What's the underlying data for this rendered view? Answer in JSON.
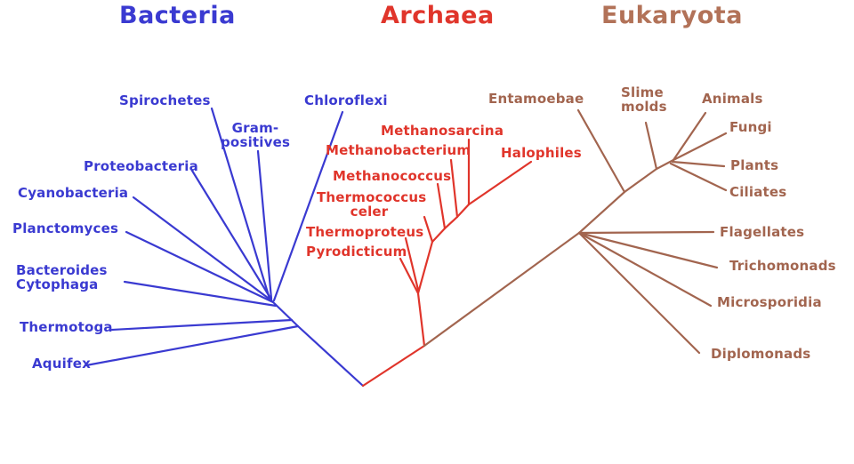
{
  "domains": {
    "bacteria": {
      "label": "Bacteria",
      "color": "#3a3ad1"
    },
    "archaea": {
      "label": "Archaea",
      "color": "#e0352b"
    },
    "eukaryota": {
      "label": "Eukaryota",
      "color": "#a2654f"
    }
  },
  "taxa": {
    "bacteria": {
      "spirochetes": "Spirochetes",
      "gram_positives": "Gram-\npositives",
      "chloroflexi": "Chloroflexi",
      "proteobacteria": "Proteobacteria",
      "cyanobacteria": "Cyanobacteria",
      "planctomyces": "Planctomyces",
      "bacteroides_cytophaga": "Bacteroides\nCytophaga",
      "thermotoga": "Thermotoga",
      "aquifex": "Aquifex"
    },
    "archaea": {
      "methanosarcina": "Methanosarcina",
      "methanobacterium": "Methanobacterium",
      "methanococcus": "Methanococcus",
      "thermococcus_celer": "Thermococcus\nceler",
      "thermoproteus": "Thermoproteus",
      "pyrodicticum": "Pyrodicticum",
      "halophiles": "Halophiles"
    },
    "eukaryota": {
      "entamoebae": "Entamoebae",
      "slime_molds": "Slime\nmolds",
      "animals": "Animals",
      "fungi": "Fungi",
      "plants": "Plants",
      "ciliates": "Ciliates",
      "flagellates": "Flagellates",
      "trichomonads": "Trichomonads",
      "microsporidia": "Microsporidia",
      "diplomonads": "Diplomonads"
    }
  }
}
